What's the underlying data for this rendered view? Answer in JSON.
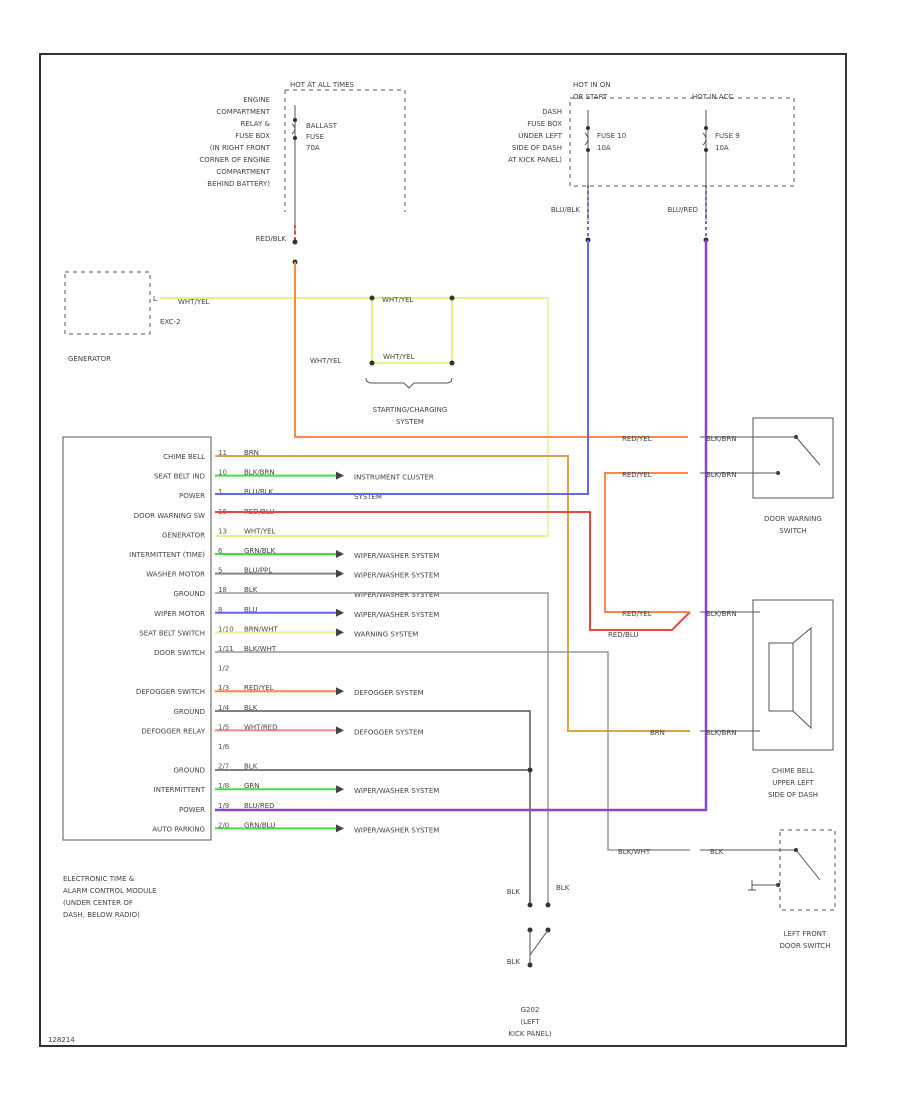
{
  "code": "128214",
  "top_left": {
    "hot_label": "HOT AT ALL TIMES",
    "location": [
      "ENGINE",
      "COMPARTMENT",
      "RELAY &",
      "FUSE BOX",
      "(IN RIGHT FRONT",
      "CORNER OF ENGINE",
      "COMPARTMENT",
      "BEHIND BATTERY)"
    ],
    "fuse": [
      "BALLAST",
      "FUSE",
      "70A"
    ],
    "wire": "RED/BLK"
  },
  "top_right": {
    "hot_label_1": "HOT IN ON",
    "hot_label_1b": "OR START",
    "hot_label_2": "HOT IN ACC",
    "location": [
      "DASH",
      "FUSE BOX",
      "UNDER LEFT",
      "SIDE OF DASH",
      "AT KICK PANEL)"
    ],
    "fuse_a": [
      "FUSE 10",
      "10A"
    ],
    "fuse_b": [
      "FUSE 9",
      "10A"
    ],
    "wire_a": "BLU/BLK",
    "wire_b": "BLU/RED"
  },
  "generator": {
    "name": "GENERATOR",
    "terminal": "EXC-2",
    "pin": "L",
    "wire": "WHT/YEL"
  },
  "charging": {
    "wires": [
      "WHT/YEL",
      "WHT/YEL",
      "WHT/YEL"
    ],
    "system": [
      "STARTING/CHARGING",
      "SYSTEM"
    ]
  },
  "module": {
    "name": [
      "ELECTRONIC TIME &",
      "ALARM CONTROL MODULE",
      "(UNDER CENTER OF",
      "DASH, BELOW RADIO)"
    ],
    "pins": [
      {
        "label": "CHIME BELL",
        "pin": "11",
        "wire": "BRN",
        "dest": ""
      },
      {
        "label": "SEAT BELT IND",
        "pin": "10",
        "wire": "BLK/BRN",
        "dest": "INSTRUMENT CLUSTER"
      },
      {
        "label": "POWER",
        "pin": "1",
        "wire": "BLU/BLK",
        "dest": "SYSTEM"
      },
      {
        "label": "DOOR WARNING SW",
        "pin": "16",
        "wire": "RED/BLU",
        "dest": ""
      },
      {
        "label": "GENERATOR",
        "pin": "13",
        "wire": "WHT/YEL",
        "dest": ""
      },
      {
        "label": "INTERMITTENT (TIME)",
        "pin": "6",
        "wire": "GRN/BLK",
        "dest": "WIPER/WASHER SYSTEM"
      },
      {
        "label": "WASHER MOTOR",
        "pin": "5",
        "wire": "BLU/PPL",
        "dest": "WIPER/WASHER SYSTEM"
      },
      {
        "label": "GROUND",
        "pin": "18",
        "wire": "BLK",
        "dest": "WIPER/WASHER SYSTEM"
      },
      {
        "label": "WIPER MOTOR",
        "pin": "8",
        "wire": "BLU",
        "dest": "WIPER/WASHER SYSTEM"
      },
      {
        "label": "SEAT BELT SWITCH",
        "pin": "1/10",
        "wire": "BRN/WHT",
        "dest": "WARNING SYSTEM"
      },
      {
        "label": "DOOR SWITCH",
        "pin": "1/11",
        "wire": "BLK/WHT",
        "dest": ""
      },
      {
        "label": "",
        "pin": "1/2",
        "wire": "",
        "dest": ""
      },
      {
        "label": "DEFOGGER SWITCH",
        "pin": "1/3",
        "wire": "RED/YEL",
        "dest": "DEFOGGER SYSTEM"
      },
      {
        "label": "GROUND",
        "pin": "1/4",
        "wire": "BLK",
        "dest": ""
      },
      {
        "label": "DEFOGGER RELAY",
        "pin": "1/5",
        "wire": "WHT/RED",
        "dest": "DEFOGGER SYSTEM"
      },
      {
        "label": "",
        "pin": "1/6",
        "wire": "",
        "dest": ""
      },
      {
        "label": "GROUND",
        "pin": "2/7",
        "wire": "BLK",
        "dest": ""
      },
      {
        "label": "INTERMITTENT",
        "pin": "1/8",
        "wire": "GRN",
        "dest": "WIPER/WASHER SYSTEM"
      },
      {
        "label": "POWER",
        "pin": "1/9",
        "wire": "BLU/RED",
        "dest": ""
      },
      {
        "label": "AUTO PARKING",
        "pin": "2/0",
        "wire": "GRN/BLU",
        "dest": "WIPER/WASHER SYSTEM"
      }
    ]
  },
  "door_warning": {
    "name": [
      "DOOR WARNING",
      "SWITCH"
    ],
    "wire_in": "RED/YEL",
    "wire_out": "RED/YEL",
    "wire_mid": "RED/BLU",
    "conn": "BLK/BRN"
  },
  "chime": {
    "name": [
      "CHIME BELL",
      "UPPER LEFT",
      "SIDE OF DASH"
    ],
    "wire": "BRN",
    "conn": "BLK/BRN"
  },
  "door_switch": {
    "name": [
      "LEFT FRONT",
      "DOOR SWITCH"
    ],
    "wire_a": "BLK/WHT",
    "wire_b": "BLK"
  },
  "ground": {
    "name": [
      "G202",
      "(LEFT",
      "KICK PANEL)"
    ],
    "wire_a": "BLK",
    "wire_b": "BLK",
    "wire_c": "BLK"
  },
  "colors": {
    "brn": "#d9a54a",
    "blk": "#444444",
    "blu": "#6666ee",
    "purple": "#8844dd",
    "red": "#ee4444",
    "orange": "#ff8844",
    "yel": "#eeee88",
    "grn": "#44dd44",
    "pink": "#ee8888"
  }
}
